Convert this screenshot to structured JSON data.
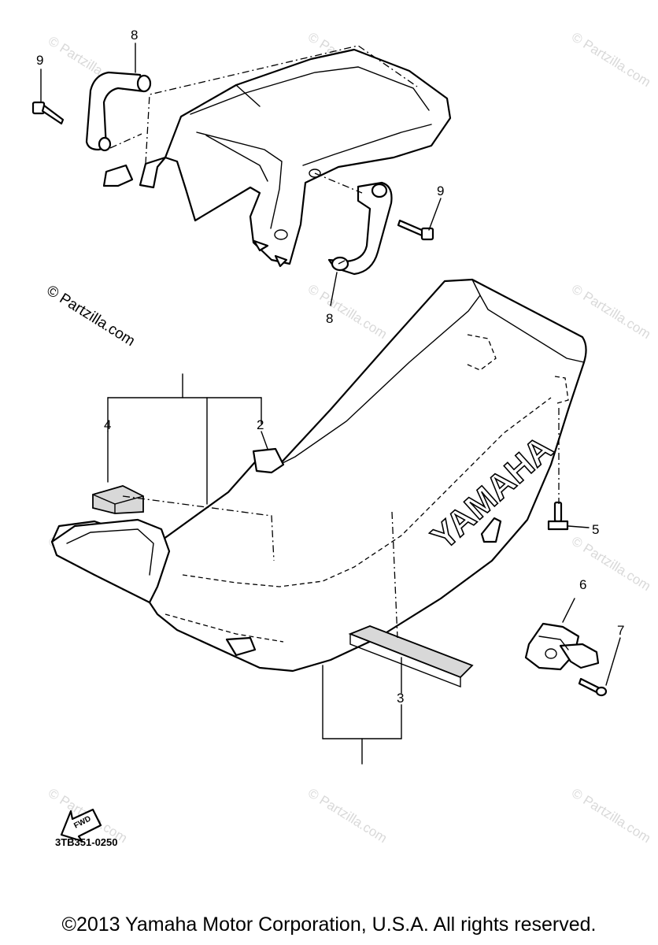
{
  "watermark": {
    "text": "© Partzilla.com"
  },
  "callouts": {
    "c2": "2",
    "c3": "3",
    "c4": "4",
    "c5": "5",
    "c6": "6",
    "c7": "7",
    "c8_top": "8",
    "c8_mid": "8",
    "c9_top": "9",
    "c9_mid": "9"
  },
  "seat_brand": "YAMAHA",
  "fwd_label": "FWD",
  "diagram_code": "3TB351-0250",
  "copyright": "©2013 Yamaha Motor Corporation, U.S.A. All rights reserved."
}
